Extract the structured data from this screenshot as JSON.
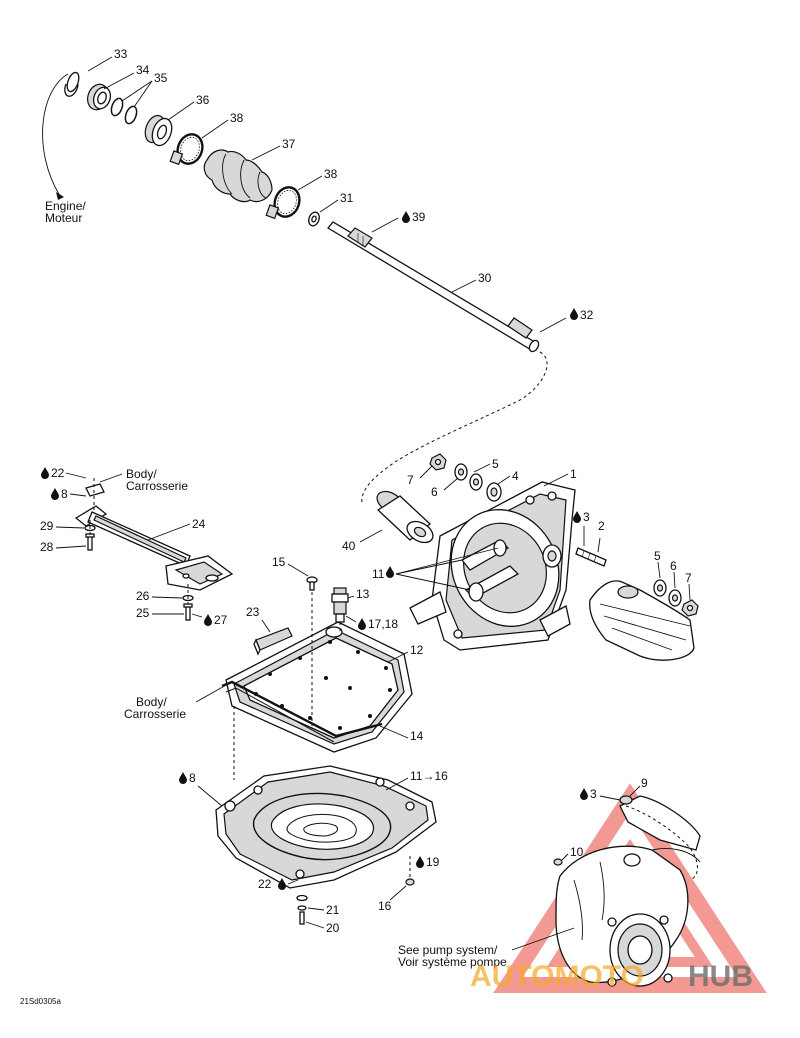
{
  "diagram": {
    "callouts": {
      "c33": "33",
      "c34": "34",
      "c35": "35",
      "c36": "36",
      "c38a": "38",
      "c37": "37",
      "c38b": "38",
      "c31": "31",
      "c39": "39",
      "c30": "30",
      "c32": "32",
      "c1": "1",
      "c7a": "7",
      "c5a": "5",
      "c6a": "6",
      "c4": "4",
      "c3a": "3",
      "c2": "2",
      "c5b": "5",
      "c6b": "6",
      "c7b": "7",
      "c40": "40",
      "c11a": "11",
      "c22a": "22",
      "c8a": "8",
      "c29": "29",
      "c28": "28",
      "c24": "24",
      "c26": "26",
      "c25": "25",
      "c27": "27",
      "c15": "15",
      "c13": "13",
      "c1718": "17,18",
      "c23": "23",
      "c12": "12",
      "c14": "14",
      "c8b": "8",
      "c1116": "11→16",
      "c22b": "22",
      "c21": "21",
      "c20": "20",
      "c19": "19",
      "c16": "16",
      "c9": "9",
      "c3b": "3",
      "c10": "10"
    },
    "notes": {
      "engine_line1": "Engine/",
      "engine_line2": "Moteur",
      "body1_line1": "Body/",
      "body1_line2": "Carrosserie",
      "body2_line1": "Body/",
      "body2_line2": "Carrosserie",
      "pump_line1": "See pump system/",
      "pump_line2": "Voir système pompe",
      "ref_code": "21Sd0305a"
    },
    "watermark": {
      "part1": "AUTOMOTO",
      "part2": "HUB",
      "color_red": "#e8473c",
      "color_orange": "#f5a623",
      "color_gray": "#6b6b6b"
    },
    "colors": {
      "line": "#111111",
      "fill_light": "#d8d8d8",
      "background": "#ffffff"
    }
  }
}
